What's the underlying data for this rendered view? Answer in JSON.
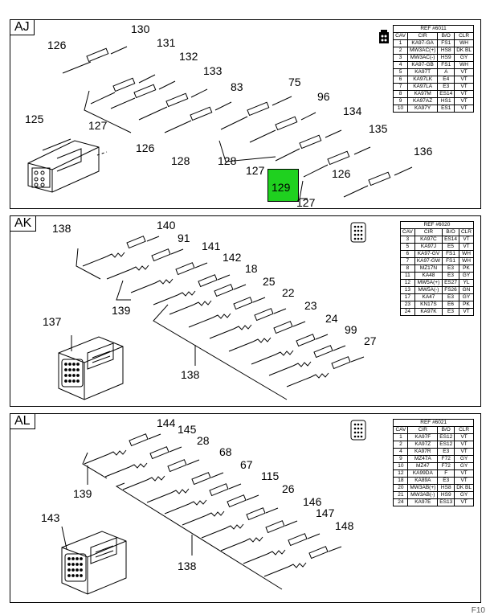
{
  "panels": [
    {
      "id": "AJ",
      "label": "AJ",
      "table": {
        "title": "REF #6011",
        "headers": [
          "CAV",
          "CIR",
          "B/O",
          "CLR"
        ],
        "rows": [
          [
            "1",
            "KA97-GA",
            "FS1",
            "WH"
          ],
          [
            "2",
            "MW3AC(+)",
            "HS8",
            "DK BL"
          ],
          [
            "3",
            "MW3AC(-)",
            "HS9",
            "GY"
          ],
          [
            "4",
            "KA97-GB",
            "FS1",
            "WH"
          ],
          [
            "5",
            "KA97T",
            "A",
            "VT"
          ],
          [
            "6",
            "KA97LK",
            "E4",
            "VT"
          ],
          [
            "7",
            "KA97LA",
            "E3",
            "VT"
          ],
          [
            "8",
            "KA97M",
            "ES14",
            "VT"
          ],
          [
            "9",
            "KA97AZ",
            "HS1",
            "VT"
          ],
          [
            "10",
            "KA97Y",
            "ES1",
            "VT"
          ]
        ]
      },
      "callouts": [
        "130",
        "126",
        "131",
        "132",
        "133",
        "83",
        "127",
        "75",
        "125",
        "96",
        "134",
        "126",
        "128",
        "135",
        "128",
        "127",
        "136",
        "126",
        "129",
        "127"
      ],
      "highlight": "129"
    },
    {
      "id": "AK",
      "label": "AK",
      "table": {
        "title": "REF #6020",
        "headers": [
          "CAV",
          "CIR",
          "B/O",
          "CLR"
        ],
        "rows": [
          [
            "3",
            "KA97C",
            "ES14",
            "VT"
          ],
          [
            "5",
            "KA97J",
            "E5",
            "VT"
          ],
          [
            "6",
            "KA97-GV",
            "FS1",
            "WH"
          ],
          [
            "7",
            "KA97-GW",
            "FS1",
            "WH"
          ],
          [
            "8",
            "MZ17N",
            "E3",
            "PK"
          ],
          [
            "11",
            "KA48",
            "E3",
            "GY"
          ],
          [
            "12",
            "MW5A(+)",
            "ES27",
            "YL"
          ],
          [
            "13",
            "MW5A(-)",
            "FS26",
            "GN"
          ],
          [
            "17",
            "KA47",
            "E3",
            "GY"
          ],
          [
            "23",
            "KN17S",
            "E6",
            "PK"
          ],
          [
            "24",
            "KA97K",
            "E3",
            "VT"
          ]
        ]
      },
      "callouts": [
        "140",
        "138",
        "91",
        "141",
        "142",
        "18",
        "25",
        "139",
        "22",
        "23",
        "137",
        "24",
        "99",
        "27",
        "138"
      ]
    },
    {
      "id": "AL",
      "label": "AL",
      "table": {
        "title": "REF #6021",
        "headers": [
          "CAV",
          "CIR",
          "B/O",
          "CLR"
        ],
        "rows": [
          [
            "1",
            "KA97F",
            "ES12",
            "VT"
          ],
          [
            "2",
            "KA97Z",
            "ES12",
            "VT"
          ],
          [
            "4",
            "KA97R",
            "E3",
            "VT"
          ],
          [
            "9",
            "MZ47A",
            "F72",
            "GY"
          ],
          [
            "10",
            "MZ47",
            "F72",
            "GY"
          ],
          [
            "12",
            "KA99DA",
            "F",
            "VT"
          ],
          [
            "18",
            "KA89A",
            "E3",
            "VT"
          ],
          [
            "20",
            "MW3AB(+)",
            "HS8",
            "DK BL"
          ],
          [
            "21",
            "MW3AB(-)",
            "HS9",
            "GY"
          ],
          [
            "24",
            "KA97E",
            "ES13",
            "VT"
          ]
        ]
      },
      "callouts": [
        "144",
        "145",
        "28",
        "139",
        "68",
        "67",
        "115",
        "26",
        "146",
        "143",
        "147",
        "148",
        "138"
      ]
    }
  ],
  "colors": {
    "highlight": "#1fd11f",
    "line": "#000000"
  },
  "footer": "F10"
}
